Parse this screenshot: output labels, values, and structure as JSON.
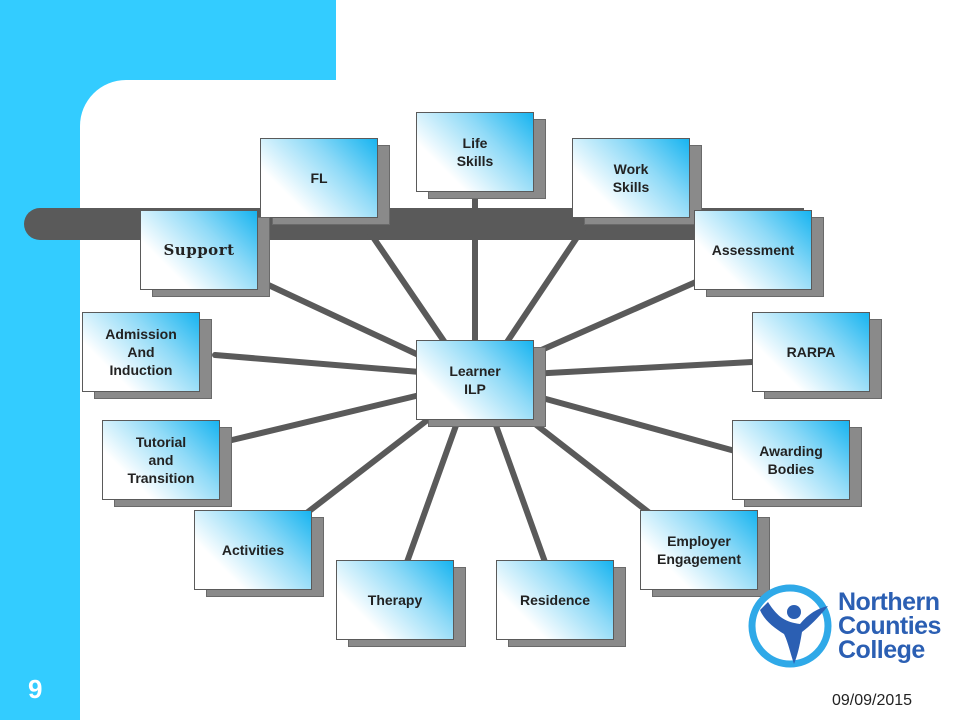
{
  "diagram": {
    "center": {
      "label": "Learner\nILP"
    },
    "nodes": [
      {
        "id": "life-skills",
        "label": "Life\nSkills"
      },
      {
        "id": "fl",
        "label": "FL"
      },
      {
        "id": "work-skills",
        "label": "Work\nSkills"
      },
      {
        "id": "support",
        "label": "Support"
      },
      {
        "id": "assessment",
        "label": "Assessment"
      },
      {
        "id": "admission",
        "label": "Admission\nAnd\nInduction"
      },
      {
        "id": "rarpa",
        "label": "RARPA"
      },
      {
        "id": "tutorial",
        "label": "Tutorial\nand\nTransition"
      },
      {
        "id": "awarding",
        "label": "Awarding\nBodies"
      },
      {
        "id": "activities",
        "label": "Activities"
      },
      {
        "id": "employer",
        "label": "Employer\nEngagement"
      },
      {
        "id": "therapy",
        "label": "Therapy"
      },
      {
        "id": "residence",
        "label": "Residence"
      }
    ]
  },
  "colors": {
    "accent": "#33ccff",
    "connector": "#5a5a5a",
    "logo": "#2b5fb3"
  },
  "footer": {
    "page_number": "9",
    "date": "09/09/2015"
  },
  "logo": {
    "line1": "Northern",
    "line2": "Counties",
    "line3": "College"
  }
}
